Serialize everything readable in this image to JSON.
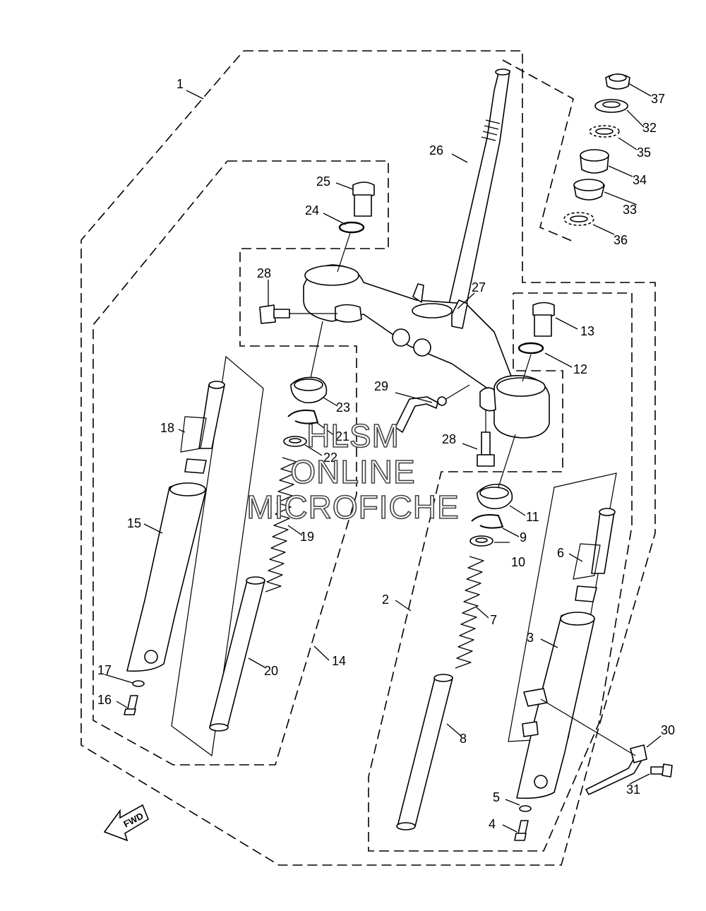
{
  "diagram": {
    "callouts": [
      {
        "id": "1",
        "text": "1"
      },
      {
        "id": "2",
        "text": "2"
      },
      {
        "id": "3",
        "text": "3"
      },
      {
        "id": "4",
        "text": "4"
      },
      {
        "id": "5",
        "text": "5"
      },
      {
        "id": "6",
        "text": "6"
      },
      {
        "id": "7",
        "text": "7"
      },
      {
        "id": "8",
        "text": "8"
      },
      {
        "id": "9",
        "text": "9"
      },
      {
        "id": "10",
        "text": "10"
      },
      {
        "id": "11",
        "text": "11"
      },
      {
        "id": "12",
        "text": "12"
      },
      {
        "id": "13",
        "text": "13"
      },
      {
        "id": "14",
        "text": "14"
      },
      {
        "id": "15",
        "text": "15"
      },
      {
        "id": "16",
        "text": "16"
      },
      {
        "id": "17",
        "text": "17"
      },
      {
        "id": "18",
        "text": "18"
      },
      {
        "id": "19",
        "text": "19"
      },
      {
        "id": "20",
        "text": "20"
      },
      {
        "id": "21",
        "text": "21"
      },
      {
        "id": "22",
        "text": "22"
      },
      {
        "id": "23",
        "text": "23"
      },
      {
        "id": "24",
        "text": "24"
      },
      {
        "id": "25",
        "text": "25"
      },
      {
        "id": "26",
        "text": "26"
      },
      {
        "id": "27",
        "text": "27"
      },
      {
        "id": "28a",
        "text": "28"
      },
      {
        "id": "28b",
        "text": "28"
      },
      {
        "id": "29",
        "text": "29"
      },
      {
        "id": "30",
        "text": "30"
      },
      {
        "id": "31",
        "text": "31"
      },
      {
        "id": "32",
        "text": "32"
      },
      {
        "id": "33",
        "text": "33"
      },
      {
        "id": "34",
        "text": "34"
      },
      {
        "id": "35",
        "text": "35"
      },
      {
        "id": "36",
        "text": "36"
      },
      {
        "id": "37",
        "text": "37"
      }
    ],
    "fwd_label": "FWD"
  },
  "watermark": {
    "line1": "HLSM",
    "line2": "ONLINE",
    "line3": "MICROFICHE"
  }
}
